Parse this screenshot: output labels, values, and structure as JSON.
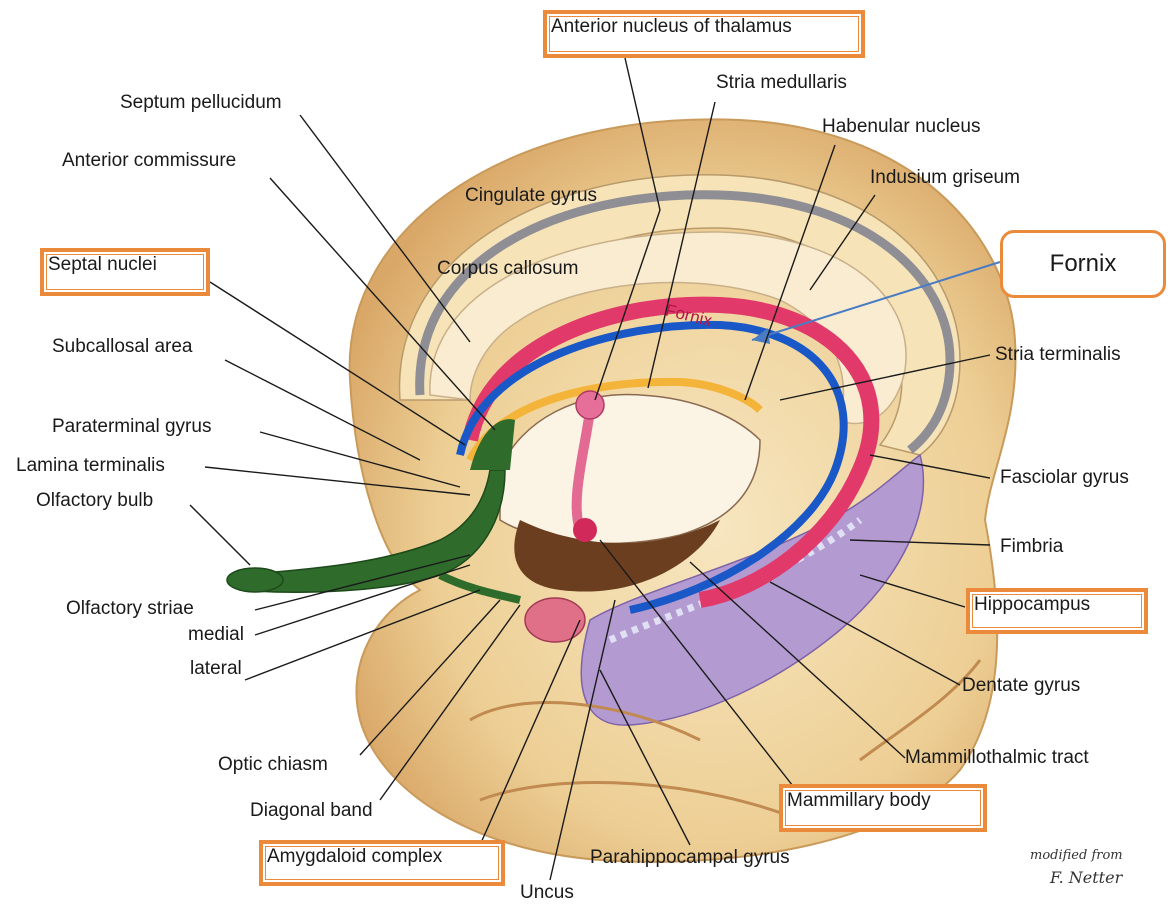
{
  "labels": {
    "anterior_nucleus_thalamus": "Anterior nucleus of thalamus",
    "stria_medullaris": "Stria medullaris",
    "septum_pellucidum": "Septum pellucidum",
    "habenular_nucleus": "Habenular nucleus",
    "anterior_commissure": "Anterior commissure",
    "indusium_griseum": "Indusium griseum",
    "cingulate_gyrus": "Cingulate gyrus",
    "septal_nuclei": "Septal nuclei",
    "corpus_callosum": "Corpus callosum",
    "fornix_callout": "Fornix",
    "fornix_inline": "Fornix",
    "subcallosal_area": "Subcallosal area",
    "stria_terminalis": "Stria terminalis",
    "paraterminal_gyrus": "Paraterminal gyrus",
    "lamina_terminalis": "Lamina terminalis",
    "fasciolar_gyrus": "Fasciolar gyrus",
    "olfactory_bulb": "Olfactory bulb",
    "fimbria": "Fimbria",
    "olfactory_striae": "Olfactory striae",
    "hippocampus": "Hippocampus",
    "medial": "medial",
    "lateral": "lateral",
    "dentate_gyrus": "Dentate gyrus",
    "optic_chiasm": "Optic chiasm",
    "mammillothalmic_tract": "Mammillothalmic tract",
    "diagonal_band": "Diagonal band",
    "mammillary_body": "Mammillary body",
    "amygdaloid_complex": "Amygdaloid complex",
    "parahippocampal_gyrus": "Parahippocampal gyrus",
    "uncus": "Uncus",
    "credit_line1": "modified from",
    "credit_line2": "F. Netter"
  },
  "colors": {
    "highlight_box": "#ec8a3c",
    "callout_arrow": "#4a7cc4",
    "fornix_pink": "#e03a68",
    "stria_blue": "#1a58c8",
    "olfactory_green": "#2f6b2b",
    "cortex_tan": "#f2d9a4",
    "hippocampus_purple": "#a88cc8"
  }
}
